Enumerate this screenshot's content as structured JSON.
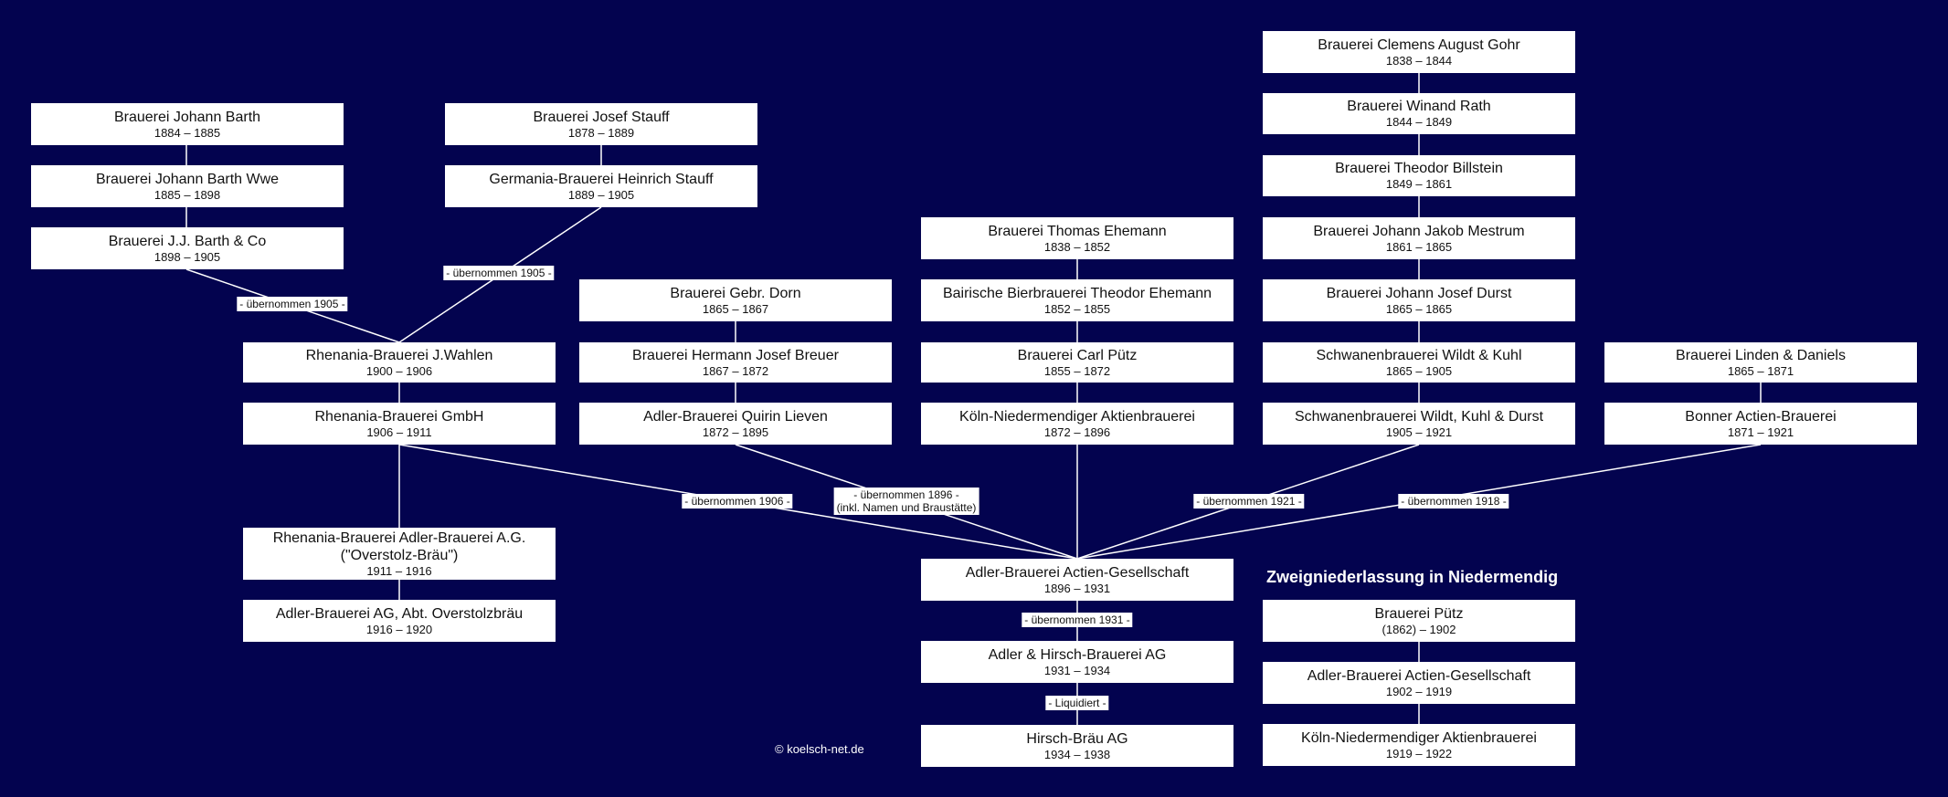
{
  "boxes": [
    {
      "name": "Brauerei Johann Barth",
      "years": "1884 – 1885"
    },
    {
      "name": "Brauerei Johann Barth Wwe",
      "years": "1885 – 1898"
    },
    {
      "name": "Brauerei J.J. Barth & Co",
      "years": "1898 – 1905"
    },
    {
      "name": "Brauerei Josef Stauff",
      "years": "1878 – 1889"
    },
    {
      "name": "Germania-Brauerei Heinrich Stauff",
      "years": "1889 – 1905"
    },
    {
      "name": "Rhenania-Brauerei J.Wahlen",
      "years": "1900 – 1906"
    },
    {
      "name": "Rhenania-Brauerei GmbH",
      "years": "1906 – 1911"
    },
    {
      "name": "Rhenania-Brauerei Adler-Brauerei A.G.",
      "name2": "(\"Overstolz-Bräu\")",
      "years": "1911 – 1916"
    },
    {
      "name": "Adler-Brauerei AG, Abt. Overstolzbräu",
      "years": "1916 – 1920"
    },
    {
      "name": "Brauerei Gebr. Dorn",
      "years": "1865 – 1867"
    },
    {
      "name": "Brauerei Hermann Josef Breuer",
      "years": "1867 – 1872"
    },
    {
      "name": "Adler-Brauerei Quirin Lieven",
      "years": "1872 – 1895"
    },
    {
      "name": "Brauerei Thomas Ehemann",
      "years": "1838 – 1852"
    },
    {
      "name": "Bairische Bierbrauerei Theodor Ehemann",
      "years": "1852 – 1855"
    },
    {
      "name": "Brauerei Carl Pütz",
      "years": "1855 – 1872"
    },
    {
      "name": "Köln-Niedermendiger Aktienbrauerei",
      "years": "1872 – 1896"
    },
    {
      "name": "Adler-Brauerei Actien-Gesellschaft",
      "years": "1896 – 1931"
    },
    {
      "name": "Adler & Hirsch-Brauerei AG",
      "years": "1931 – 1934"
    },
    {
      "name": "Hirsch-Bräu AG",
      "years": "1934 – 1938"
    },
    {
      "name": "Brauerei Clemens August Gohr",
      "years": "1838 – 1844"
    },
    {
      "name": "Brauerei Winand Rath",
      "years": "1844 – 1849"
    },
    {
      "name": "Brauerei Theodor Billstein",
      "years": "1849 – 1861"
    },
    {
      "name": "Brauerei Johann Jakob Mestrum",
      "years": "1861 – 1865"
    },
    {
      "name": "Brauerei Johann Josef Durst",
      "years": "1865 – 1865"
    },
    {
      "name": "Schwanenbrauerei Wildt & Kuhl",
      "years": "1865 – 1905"
    },
    {
      "name": "Schwanenbrauerei Wildt, Kuhl & Durst",
      "years": "1905 – 1921"
    },
    {
      "name": "Brauerei Linden & Daniels",
      "years": "1865 – 1871"
    },
    {
      "name": "Bonner Actien-Brauerei",
      "years": "1871 – 1921"
    },
    {
      "name": "Brauerei Pütz",
      "years": "(1862) – 1902"
    },
    {
      "name": "Adler-Brauerei Actien-Gesellschaft",
      "years": "1902 – 1919"
    },
    {
      "name": "Köln-Niedermendiger Aktienbrauerei",
      "years": "1919 – 1922"
    }
  ],
  "labels": {
    "barth_1905": "- übernommen 1905 -",
    "stauff_1905": "- übernommen 1905 -",
    "rhenania_1906": "- übernommen 1906 -",
    "lieven_1896_a": "- übernommen 1896 -",
    "lieven_1896_b": "(inkl. Namen und Braustätte)",
    "schwanen_1921": "- übernommen 1921 -",
    "bonner_1918": "- übernommen 1918 -",
    "adler_1931": "- übernommen 1931 -",
    "liquidiert": "- Liquidiert -"
  },
  "section_title": "Zweigniederlassung in Niedermendig",
  "copyright": "© koelsch-net.de",
  "colors": {
    "background": "#03034f",
    "box": "#ffffff",
    "line": "#ffffff"
  }
}
